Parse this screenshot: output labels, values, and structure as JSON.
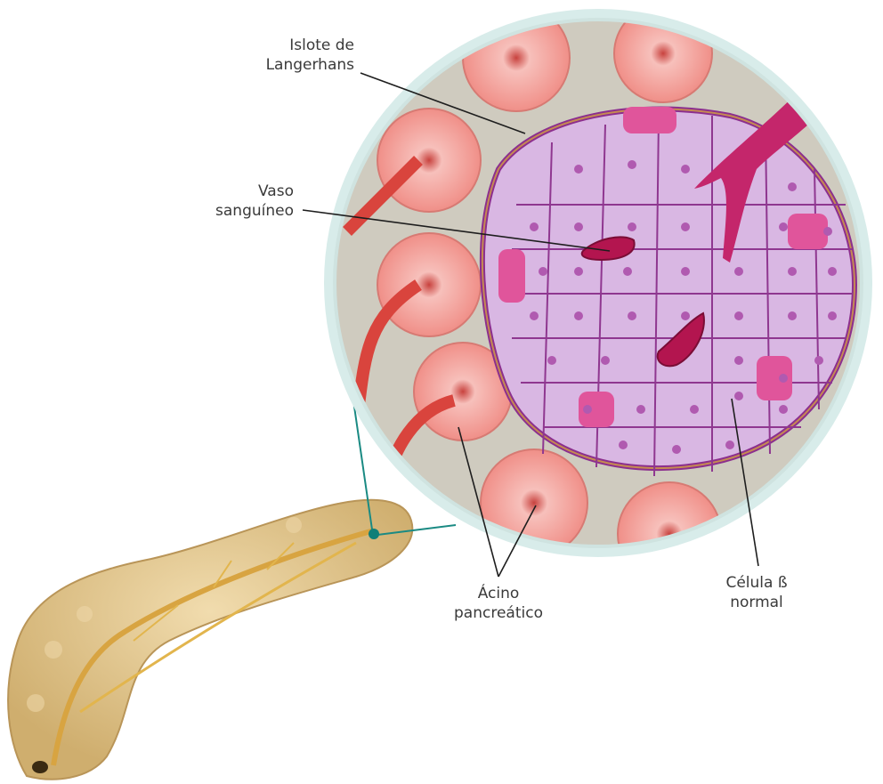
{
  "labels": {
    "islote": {
      "line1": "Islote de",
      "line2": "Langerhans"
    },
    "vaso": {
      "line1": "Vaso",
      "line2": "sanguíneo"
    },
    "acino": {
      "line1": "Ácino",
      "line2": "pancreático"
    },
    "celula": {
      "line1": "Célula ß",
      "line2": "normal"
    }
  },
  "colors": {
    "frame": "#d8ecea",
    "background": "#cfcbbf",
    "acinus": "#f4a7a2",
    "islet_cell": "#e2c2ea",
    "islet_border": "#9d3d9c",
    "nucleus": "#b05ab0",
    "vessel": "#c2185b",
    "leader": "#1e1e1e",
    "connector": "#1a8a83",
    "pancreas": "#e7cf9b"
  }
}
